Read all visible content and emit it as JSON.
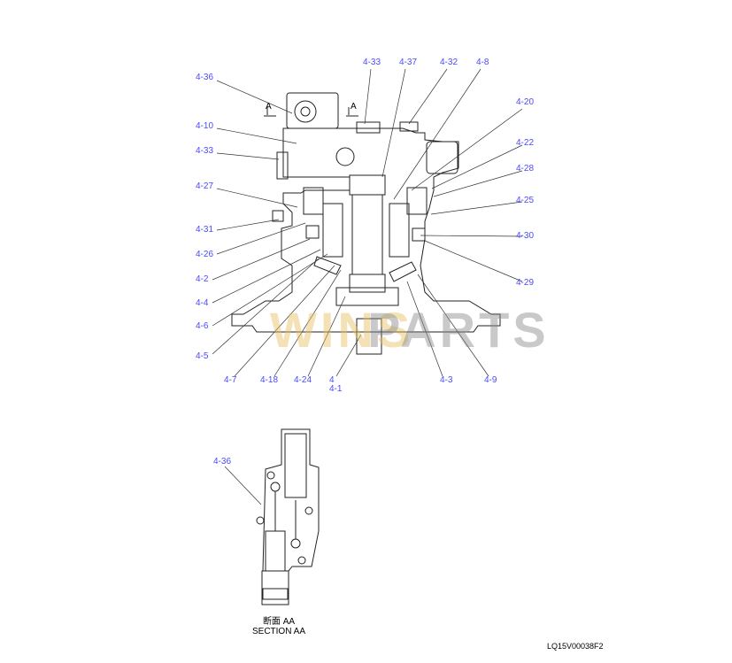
{
  "callouts": {
    "c4_36": "4-36",
    "c4_10": "4-10",
    "c4_33a": "4-33",
    "c4_27": "4-27",
    "c4_31": "4-31",
    "c4_26": "4-26",
    "c4_2": "4-2",
    "c4_4": "4-4",
    "c4_6": "4-6",
    "c4_5": "4-5",
    "c4_7": "4-7",
    "c4_18": "4-18",
    "c4_24": "4-24",
    "c4": "4",
    "c4_1": "4-1",
    "c4_3": "4-3",
    "c4_9": "4-9",
    "c4_33b": "4-33",
    "c4_37": "4-37",
    "c4_32": "4-32",
    "c4_8": "4-8",
    "c4_20": "4-20",
    "c4_22": "4-22",
    "c4_28": "4-28",
    "c4_25": "4-25",
    "c4_30": "4-30",
    "c4_29": "4-29",
    "section_4_36": "4-36"
  },
  "section_marks": {
    "left": "A",
    "right": "A"
  },
  "section_caption": {
    "jp": "断面 AA",
    "en": "SECTION AA"
  },
  "drawing_ref": "LQ15V00038F2",
  "watermark": {
    "part1": "WINS",
    "part2": "PARTS",
    "color1": "#e8c060",
    "color2": "#888888"
  },
  "colors": {
    "callout": "#4a4aff"
  }
}
